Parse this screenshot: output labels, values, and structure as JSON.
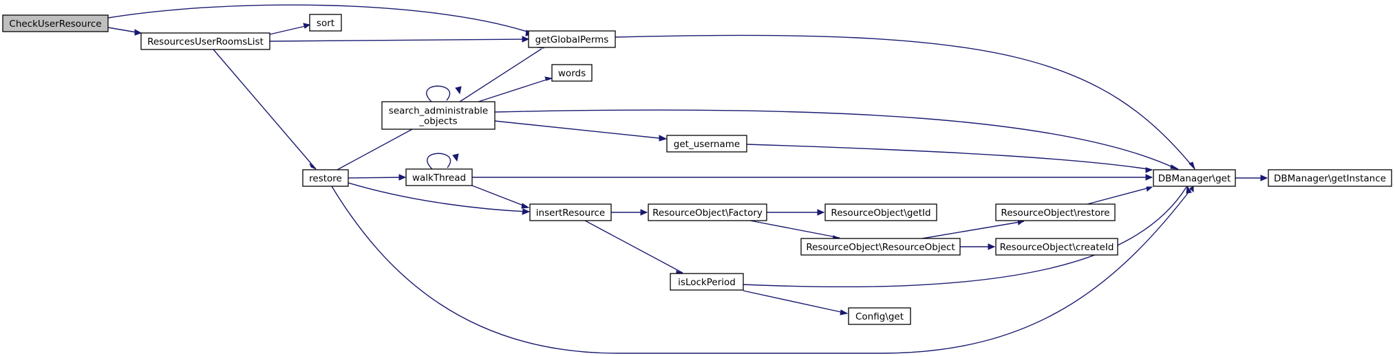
{
  "colors": {
    "edge": "#191970",
    "node_fill": "#ffffff",
    "highlight_fill": "#bfbfbf",
    "border": "#000000"
  },
  "nodes": [
    {
      "id": "checkuserresource",
      "lines": [
        "CheckUserResource"
      ],
      "highlight": true
    },
    {
      "id": "resourcesuserroomslist",
      "lines": [
        "ResourcesUserRoomsList"
      ]
    },
    {
      "id": "sort",
      "lines": [
        "sort"
      ]
    },
    {
      "id": "getglobalperms",
      "lines": [
        "getGlobalPerms"
      ]
    },
    {
      "id": "words",
      "lines": [
        "words"
      ]
    },
    {
      "id": "search-administrable-objects",
      "lines": [
        "search_administrable",
        "_objects"
      ]
    },
    {
      "id": "get-username",
      "lines": [
        "get_username"
      ]
    },
    {
      "id": "restore",
      "lines": [
        "restore"
      ]
    },
    {
      "id": "walkthread",
      "lines": [
        "walkThread"
      ]
    },
    {
      "id": "insertresource",
      "lines": [
        "insertResource"
      ]
    },
    {
      "id": "resourceobject-factory",
      "lines": [
        "ResourceObject\\Factory"
      ]
    },
    {
      "id": "resourceobject-getid",
      "lines": [
        "ResourceObject\\getId"
      ]
    },
    {
      "id": "resourceobject-restore",
      "lines": [
        "ResourceObject\\restore"
      ]
    },
    {
      "id": "resourceobject-resourceobject",
      "lines": [
        "ResourceObject\\ResourceObject"
      ]
    },
    {
      "id": "resourceobject-createid",
      "lines": [
        "ResourceObject\\createId"
      ]
    },
    {
      "id": "islockperiod",
      "lines": [
        "isLockPeriod"
      ]
    },
    {
      "id": "config-get",
      "lines": [
        "Config\\get"
      ]
    },
    {
      "id": "dbmanager-get",
      "lines": [
        "DBManager\\get"
      ]
    },
    {
      "id": "dbmanager-getinstance",
      "lines": [
        "DBManager\\getInstance"
      ]
    }
  ],
  "edges": [
    {
      "from": "checkuserresource",
      "to": "getglobalperms"
    },
    {
      "from": "checkuserresource",
      "to": "resourcesuserroomslist"
    },
    {
      "from": "resourcesuserroomslist",
      "to": "sort"
    },
    {
      "from": "resourcesuserroomslist",
      "to": "getglobalperms"
    },
    {
      "from": "resourcesuserroomslist",
      "to": "restore"
    },
    {
      "from": "getglobalperms",
      "to": "dbmanager-get"
    },
    {
      "from": "search-administrable-objects",
      "to": "getglobalperms"
    },
    {
      "from": "search-administrable-objects",
      "to": "search-administrable-objects"
    },
    {
      "from": "search-administrable-objects",
      "to": "words"
    },
    {
      "from": "search-administrable-objects",
      "to": "dbmanager-get"
    },
    {
      "from": "search-administrable-objects",
      "to": "get-username"
    },
    {
      "from": "get-username",
      "to": "dbmanager-get"
    },
    {
      "from": "restore",
      "to": "search-administrable-objects"
    },
    {
      "from": "restore",
      "to": "walkthread"
    },
    {
      "from": "restore",
      "to": "insertresource"
    },
    {
      "from": "restore",
      "to": "dbmanager-get"
    },
    {
      "from": "walkthread",
      "to": "walkthread"
    },
    {
      "from": "walkthread",
      "to": "dbmanager-get"
    },
    {
      "from": "walkthread",
      "to": "insertresource"
    },
    {
      "from": "insertresource",
      "to": "resourceobject-factory"
    },
    {
      "from": "insertresource",
      "to": "islockperiod"
    },
    {
      "from": "resourceobject-factory",
      "to": "resourceobject-getid"
    },
    {
      "from": "resourceobject-factory",
      "to": "resourceobject-resourceobject"
    },
    {
      "from": "resourceobject-resourceobject",
      "to": "resourceobject-restore"
    },
    {
      "from": "resourceobject-resourceobject",
      "to": "resourceobject-createid"
    },
    {
      "from": "resourceobject-restore",
      "to": "dbmanager-get"
    },
    {
      "from": "islockperiod",
      "to": "dbmanager-get"
    },
    {
      "from": "islockperiod",
      "to": "config-get"
    },
    {
      "from": "dbmanager-get",
      "to": "dbmanager-getinstance"
    }
  ]
}
